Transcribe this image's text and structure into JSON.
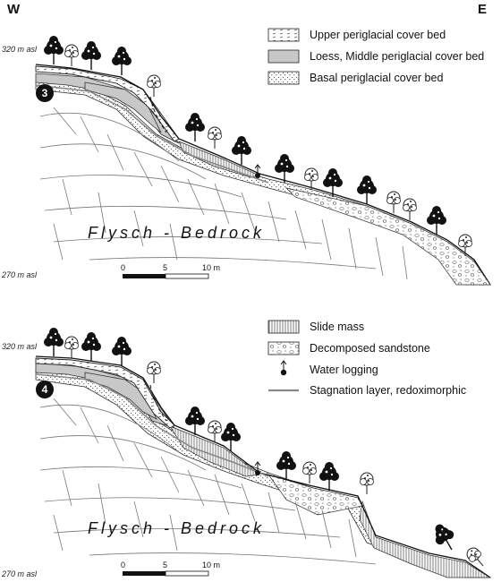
{
  "directions": {
    "west": "W",
    "east": "E"
  },
  "panels": [
    {
      "number": "3",
      "elev_top": "320 m asl",
      "elev_bottom": "270 m asl",
      "bedrock_label": "Flysch - Bedrock",
      "scale": {
        "t0": "0",
        "t5": "5",
        "t10": "10 m"
      }
    },
    {
      "number": "4",
      "elev_top": "320 m asl",
      "elev_bottom": "270 m asl",
      "bedrock_label": "Flysch - Bedrock",
      "scale": {
        "t0": "0",
        "t5": "5",
        "t10": "10 m"
      }
    }
  ],
  "legend_top": [
    {
      "label": "Upper periglacial cover bed",
      "symbol": "dashed-hatch"
    },
    {
      "label": "Loess, Middle periglacial cover bed",
      "symbol": "grey-fill"
    },
    {
      "label": "Basal periglacial cover bed",
      "symbol": "stipple"
    }
  ],
  "legend_bottom": [
    {
      "label": "Slide mass",
      "symbol": "vertical-hatch"
    },
    {
      "label": "Decomposed sandstone",
      "symbol": "pebbles"
    },
    {
      "label": "Water logging",
      "symbol": "water-drop-arrow"
    },
    {
      "label": "Stagnation layer, redoximorphic",
      "symbol": "grey-line"
    }
  ],
  "colors": {
    "loess": "#c8c8c8",
    "stagnation": "#888888",
    "ink": "#111111"
  }
}
